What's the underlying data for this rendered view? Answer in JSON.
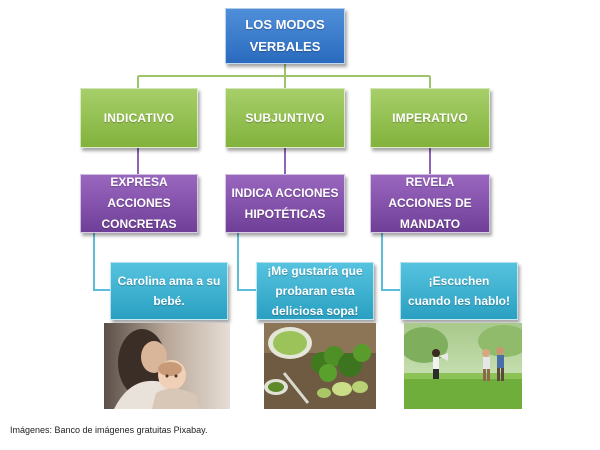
{
  "diagram": {
    "title": "LOS MODOS VERBALES",
    "modes": [
      {
        "name": "INDICATIVO",
        "description": "EXPRESA ACCIONES CONCRETAS",
        "example": "Carolina ama a su bebé.",
        "image_icon": "mother-baby-photo"
      },
      {
        "name": "SUBJUNTIVO",
        "description": "INDICA ACCIONES HIPOTÉTICAS",
        "example": "¡Me gustaría que probaran esta deliciosa sopa!",
        "image_icon": "soup-photo"
      },
      {
        "name": "IMPERATIVO",
        "description": "REVELA ACCIONES DE MANDATO",
        "example": "¡Escuchen cuando les hablo!",
        "image_icon": "megaphone-field-photo"
      }
    ]
  },
  "caption": "Imágenes: Banco de imágenes gratuitas Pixabay.",
  "colors": {
    "title_box": "#3a7bd5",
    "mode_box": "#92c050",
    "description_box": "#7f4fa8",
    "example_box": "#3cb3d6",
    "connector": "#9dc36b"
  }
}
